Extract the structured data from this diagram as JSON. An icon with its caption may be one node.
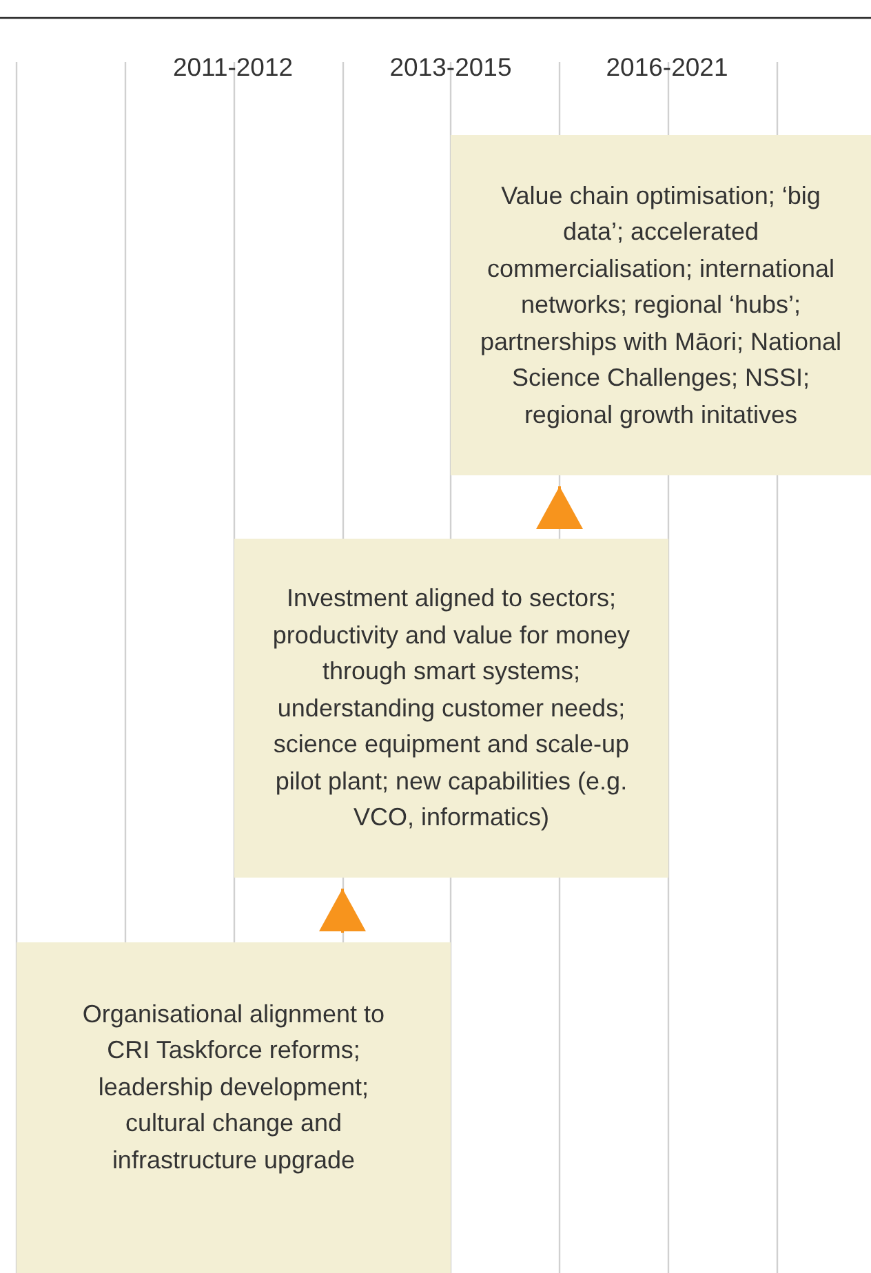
{
  "diagram": {
    "nodes": [
      {
        "text": [
          "Organisational alignment to CRI Taskforce reforms; leadership development; cultural change and infrastructure upgrade"
        ]
      },
      {
        "text": [
          "Investment aligned to sectors; productivity and value for money through smart systems; understanding customer needs; science equipment and scale-up pilot plant; new capabilities (e.g. VCO, informatics)"
        ]
      },
      {
        "text": [
          "Value chain optimisation; ‘big data’; accelerated commercialisation; international networks; regional ‘hubs’; partnerships with Māori; National Science Challenges; NSSI; regional growth initatives"
        ]
      }
    ],
    "edges": [
      {
        "from": 0,
        "to": 1,
        "arrow": "to"
      },
      {
        "from": 1,
        "to": 2,
        "arrow": "to"
      }
    ],
    "labels": [
      "2011-2012",
      "2013-2015",
      "2016-2021"
    ]
  }
}
